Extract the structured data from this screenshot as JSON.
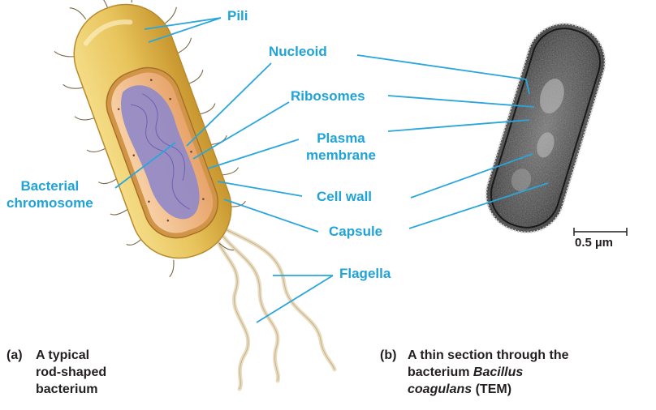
{
  "colors": {
    "label": "#1fa3d8",
    "leader": "#2aa6dc",
    "caption": "#231f20",
    "cell_capsule": "#e7c25a",
    "cell_wall": "#c98f3b",
    "cytoplasm": "#f2bc8d",
    "nucleoid": "#8f86c8",
    "tem": "#3a3a3a"
  },
  "labels": {
    "pili": "Pili",
    "nucleoid": "Nucleoid",
    "ribosomes": "Ribosomes",
    "plasma_membrane_1": "Plasma",
    "plasma_membrane_2": "membrane",
    "cell_wall": "Cell wall",
    "capsule": "Capsule",
    "flagella": "Flagella",
    "chromosome_1": "Bacterial",
    "chromosome_2": "chromosome"
  },
  "scale_bar": {
    "text": "0.5 µm"
  },
  "captions": {
    "a": {
      "tag": "(a)",
      "lines": [
        "A typical",
        "rod-shaped",
        "bacterium"
      ]
    },
    "b": {
      "tag": "(b)",
      "line1": "A thin section through the",
      "line2_pre": "bacterium ",
      "line2_italic": "Bacillus",
      "line3_italic": "coagulans",
      "line3_post": " (TEM)"
    }
  }
}
